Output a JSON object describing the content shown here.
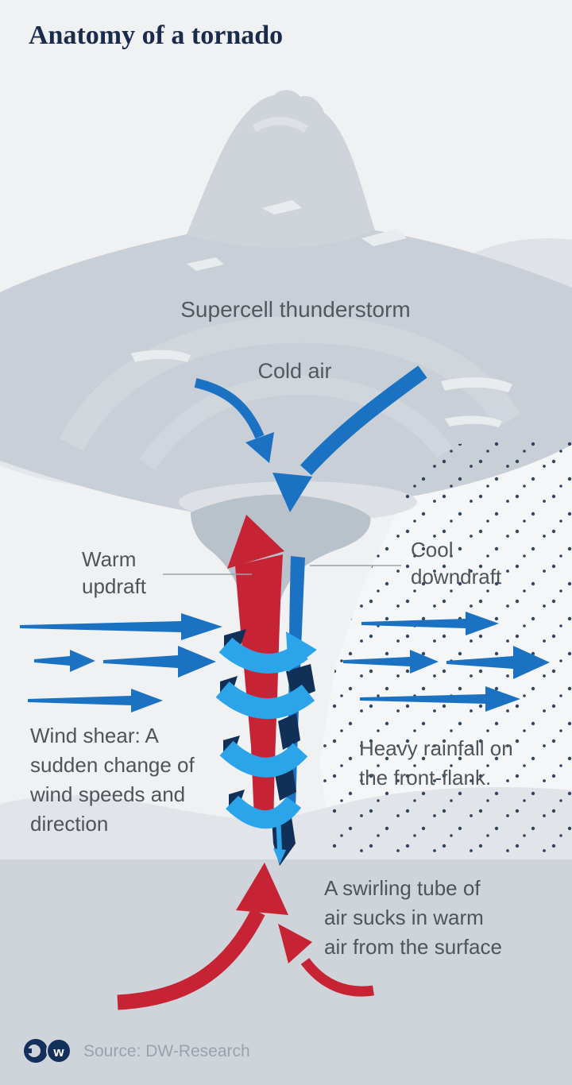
{
  "title": "Anatomy of a tornado",
  "labels": {
    "supercell": "Supercell thunderstorm",
    "cold_air": "Cold air",
    "warm_updraft_lines": [
      "Warm",
      "updraft"
    ],
    "cool_downdraft_lines": [
      "Cool",
      "downdraft"
    ],
    "wind_shear_lines": [
      "Wind shear: A",
      "sudden change of",
      "wind speeds and",
      "direction"
    ],
    "heavy_rainfall_lines": [
      "Heavy rainfall on",
      "the front-flank."
    ],
    "swirling_tube_lines": [
      "A swirling tube of",
      "air sucks in warm",
      "air from the surface"
    ]
  },
  "footer": {
    "source_label": "Source: DW-Research",
    "logo_text": "w"
  },
  "icons": {
    "dw_logo": "dw-logo",
    "rain_dots": "rain-dots-pattern"
  },
  "colors": {
    "background": "#eff1f3",
    "cloud": "#c9cfd7",
    "cloud_light": "#d3d8df",
    "wall_cloud": "#b9c1cb",
    "funnel_light": "#dbdfe4",
    "ground": "#ced4da",
    "hills": "#e1e4e8",
    "rain_background": "#f5f6f8",
    "rain_dot": "#20334f",
    "arrow_blue": "#1c72c2",
    "spiral_light_blue": "#2ba4ea",
    "spiral_navy": "#103057",
    "arrow_red": "#c62434",
    "title_navy": "#1b2b4d",
    "label_gray": "#4f545a",
    "source_gray": "#9aa2ac"
  }
}
